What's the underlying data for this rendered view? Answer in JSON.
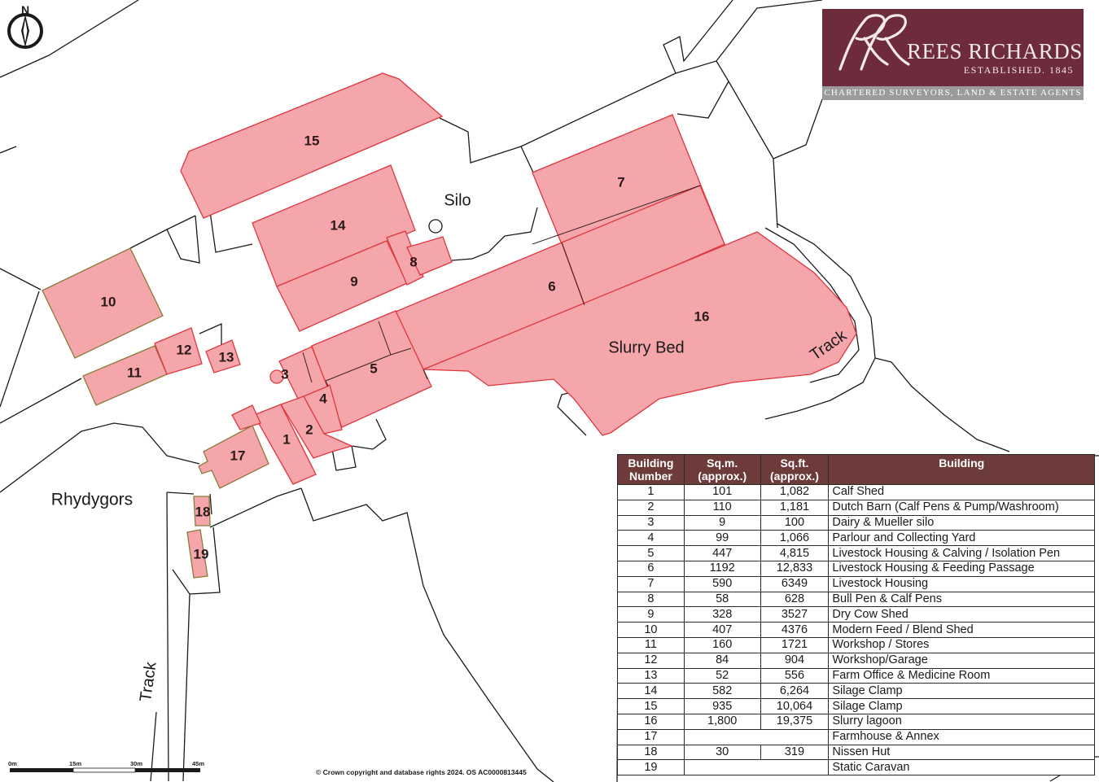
{
  "logo": {
    "monogram": "RR",
    "brand": "REES RICHARDS",
    "established": "ESTABLISHED. 1845",
    "tagline": "CHARTERED SURVEYORS, LAND & ESTATE AGENTS",
    "colors": {
      "background": "#6e2b3c",
      "strip": "#9b9b9b"
    }
  },
  "compass": {
    "label": "N"
  },
  "map": {
    "building_fill": "#f4a6aa",
    "building_stroke": "#e0363f",
    "labels": {
      "silo": "Silo",
      "slurry_bed": "Slurry Bed",
      "track_east": "Track",
      "track_south": "Track",
      "rhydygors": "Rhydygors"
    },
    "building_numbers": [
      "1",
      "2",
      "3",
      "4",
      "5",
      "6",
      "7",
      "8",
      "9",
      "10",
      "11",
      "12",
      "13",
      "14",
      "15",
      "16",
      "17",
      "18",
      "19"
    ]
  },
  "schedule": {
    "headers": {
      "number": "Building Number",
      "sqm": "Sq.m. (approx.)",
      "sqft": "Sq.ft. (approx.)",
      "building": "Building"
    },
    "header_color": "#6e3b3b",
    "rows": [
      {
        "no": "1",
        "sqm": "101",
        "sqft": "1,082",
        "name": "Calf Shed"
      },
      {
        "no": "2",
        "sqm": "110",
        "sqft": "1,181",
        "name": "Dutch Barn (Calf Pens & Pump/Washroom)"
      },
      {
        "no": "3",
        "sqm": "9",
        "sqft": "100",
        "name": "Dairy & Mueller silo"
      },
      {
        "no": "4",
        "sqm": "99",
        "sqft": "1,066",
        "name": "Parlour and Collecting Yard"
      },
      {
        "no": "5",
        "sqm": "447",
        "sqft": "4,815",
        "name": "Livestock Housing & Calving / Isolation Pen"
      },
      {
        "no": "6",
        "sqm": "1192",
        "sqft": "12,833",
        "name": "Livestock Housing & Feeding Passage"
      },
      {
        "no": "7",
        "sqm": "590",
        "sqft": "6349",
        "name": "Livestock Housing"
      },
      {
        "no": "8",
        "sqm": "58",
        "sqft": "628",
        "name": "Bull Pen & Calf Pens"
      },
      {
        "no": "9",
        "sqm": "328",
        "sqft": "3527",
        "name": "Dry Cow Shed"
      },
      {
        "no": "10",
        "sqm": "407",
        "sqft": "4376",
        "name": "Modern Feed / Blend Shed"
      },
      {
        "no": "11",
        "sqm": "160",
        "sqft": "1721",
        "name": "Workshop / Stores"
      },
      {
        "no": "12",
        "sqm": "84",
        "sqft": "904",
        "name": "Workshop/Garage"
      },
      {
        "no": "13",
        "sqm": "52",
        "sqft": "556",
        "name": "Farm Office & Medicine Room"
      },
      {
        "no": "14",
        "sqm": "582",
        "sqft": "6,264",
        "name": "Silage Clamp"
      },
      {
        "no": "15",
        "sqm": "935",
        "sqft": "10,064",
        "name": "Silage Clamp"
      },
      {
        "no": "16",
        "sqm": "1,800",
        "sqft": "19,375",
        "name": "Slurry lagoon"
      },
      {
        "no": "17",
        "sqm": "",
        "sqft": "",
        "name": "Farmhouse & Annex",
        "merged": true
      },
      {
        "no": "18",
        "sqm": "30",
        "sqft": "319",
        "name": "Nissen Hut"
      },
      {
        "no": "19",
        "sqm": "",
        "sqft": "",
        "name": "Static Caravan",
        "merged": true
      }
    ]
  },
  "scale": {
    "ticks": [
      "0m",
      "15m",
      "30m",
      "45m"
    ]
  },
  "footer": {
    "copyright": "© Crown copyright and database rights 2024. OS AC0000813445"
  }
}
